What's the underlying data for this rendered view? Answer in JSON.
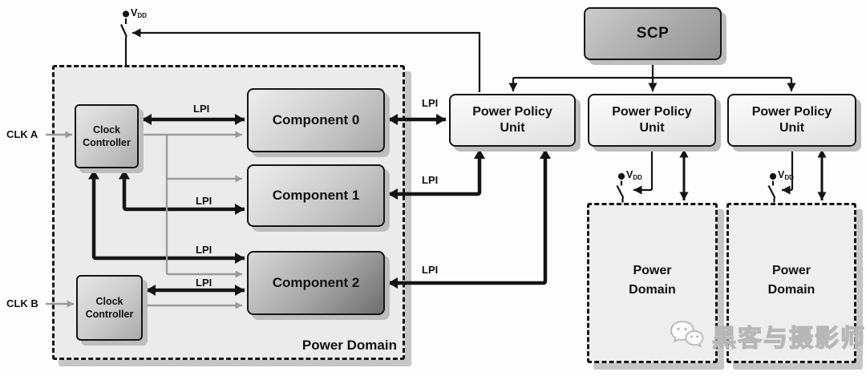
{
  "labels": {
    "lpi": "LPI",
    "clk_a": "CLK A",
    "clk_b": "CLK B",
    "vdd_v": "V",
    "vdd_sub": "DD"
  },
  "left_power_domain": {
    "label": "Power Domain",
    "clock_controller_a": {
      "line1": "Clock",
      "line2": "Controller"
    },
    "clock_controller_b": {
      "line1": "Clock",
      "line2": "Controller"
    },
    "components": [
      {
        "label": "Component 0"
      },
      {
        "label": "Component 1"
      },
      {
        "label": "Component 2"
      }
    ]
  },
  "scp": {
    "label": "SCP"
  },
  "power_policy_units": [
    {
      "line1": "Power Policy",
      "line2": "Unit"
    },
    {
      "line1": "Power Policy",
      "line2": "Unit"
    },
    {
      "line1": "Power Policy",
      "line2": "Unit"
    }
  ],
  "right_power_domains": [
    {
      "line1": "Power",
      "line2": "Domain"
    },
    {
      "line1": "Power",
      "line2": "Domain"
    }
  ],
  "watermark": {
    "text": "黑客与摄影师",
    "icon": "wechat-icon"
  },
  "colors": {
    "signal_black": "#141414",
    "clock_gray": "#9b9b9b",
    "domain_fill": "#ebebeb",
    "box_shadow": "#bdbdbd"
  }
}
